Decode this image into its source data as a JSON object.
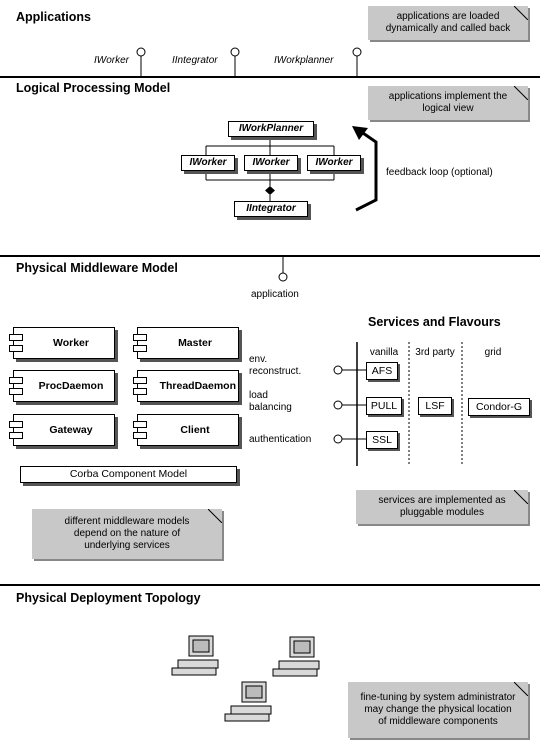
{
  "applications": {
    "title": "Applications",
    "note": "applications are loaded dynamically and called back",
    "interfaces": [
      "IWorker",
      "IIntegrator",
      "IWorkplanner"
    ]
  },
  "logical": {
    "title": "Logical  Processing Model",
    "note": "applications implement the logical view",
    "planner": "IWorkPlanner",
    "workers": [
      "IWorker",
      "IWorker",
      "IWorker"
    ],
    "integrator": "IIntegrator",
    "feedback": "feedback loop (optional)"
  },
  "middleware": {
    "title": "Physical Middleware Model",
    "application_label": "application",
    "components": [
      "Worker",
      "Master",
      "ProcDaemon",
      "ThreadDaemon",
      "Gateway",
      "Client"
    ],
    "ccm": "Corba Component Model",
    "note": "different middleware models depend on the nature of underlying services"
  },
  "services": {
    "title": "Services and Flavours",
    "columns": [
      "vanilla",
      "3rd party",
      "grid"
    ],
    "rows": [
      {
        "label": "env. reconstruct."
      },
      {
        "label": "load balancing"
      },
      {
        "label": "authentication"
      }
    ],
    "boxes": [
      "AFS",
      "PULL",
      "LSF",
      "Condor-G",
      "SSL"
    ],
    "note": "services are implemented as pluggable modules"
  },
  "deployment": {
    "title": "Physical Deployment Topology",
    "note": "fine-tuning by system administrator  may change the physical location of middleware components"
  }
}
